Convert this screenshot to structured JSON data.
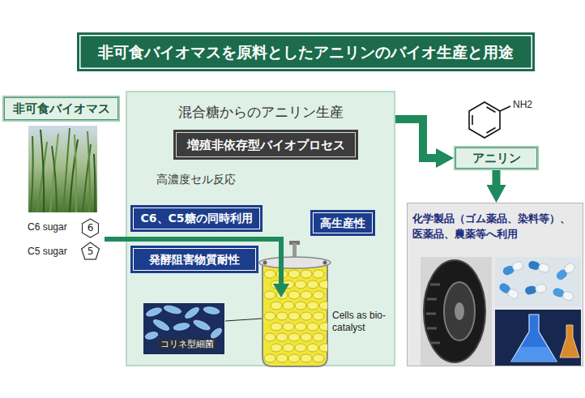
{
  "diagram": {
    "title": "非可食バイオマスを原料としたアニリンのバイオ生産と用途",
    "nodes": [
      {
        "text": [
          "非可食バイオマス"
        ]
      },
      {
        "text": [
          "6"
        ]
      },
      {
        "text": [
          "5"
        ]
      },
      {
        "text": [
          "混合糖からのアニリン生産",
          "高濃度セル反応"
        ]
      },
      {
        "text": [
          "増殖非依存型バイオプロセス"
        ],
        "in": 3
      },
      {
        "text": [
          "C6、C5糖の同時利用"
        ],
        "in": 3
      },
      {
        "text": [
          "高生産性"
        ],
        "in": 3
      },
      {
        "text": [
          "発酵阻害物質耐性"
        ],
        "in": 3
      },
      {
        "text": [
          "アニリン"
        ]
      },
      {
        "text": [
          "化学製品（ゴム薬品、染料等）、医薬品、農薬等へ利用"
        ]
      }
    ],
    "edges": [
      {
        "from": 3,
        "to": 8,
        "arrow": "to"
      },
      {
        "from": 8,
        "to": 9,
        "arrow": "to"
      }
    ],
    "labels": [
      "C6 sugar",
      "C5 sugar",
      "コリネ型細菌",
      "Cells as bio-catalyst",
      "NH2"
    ]
  }
}
